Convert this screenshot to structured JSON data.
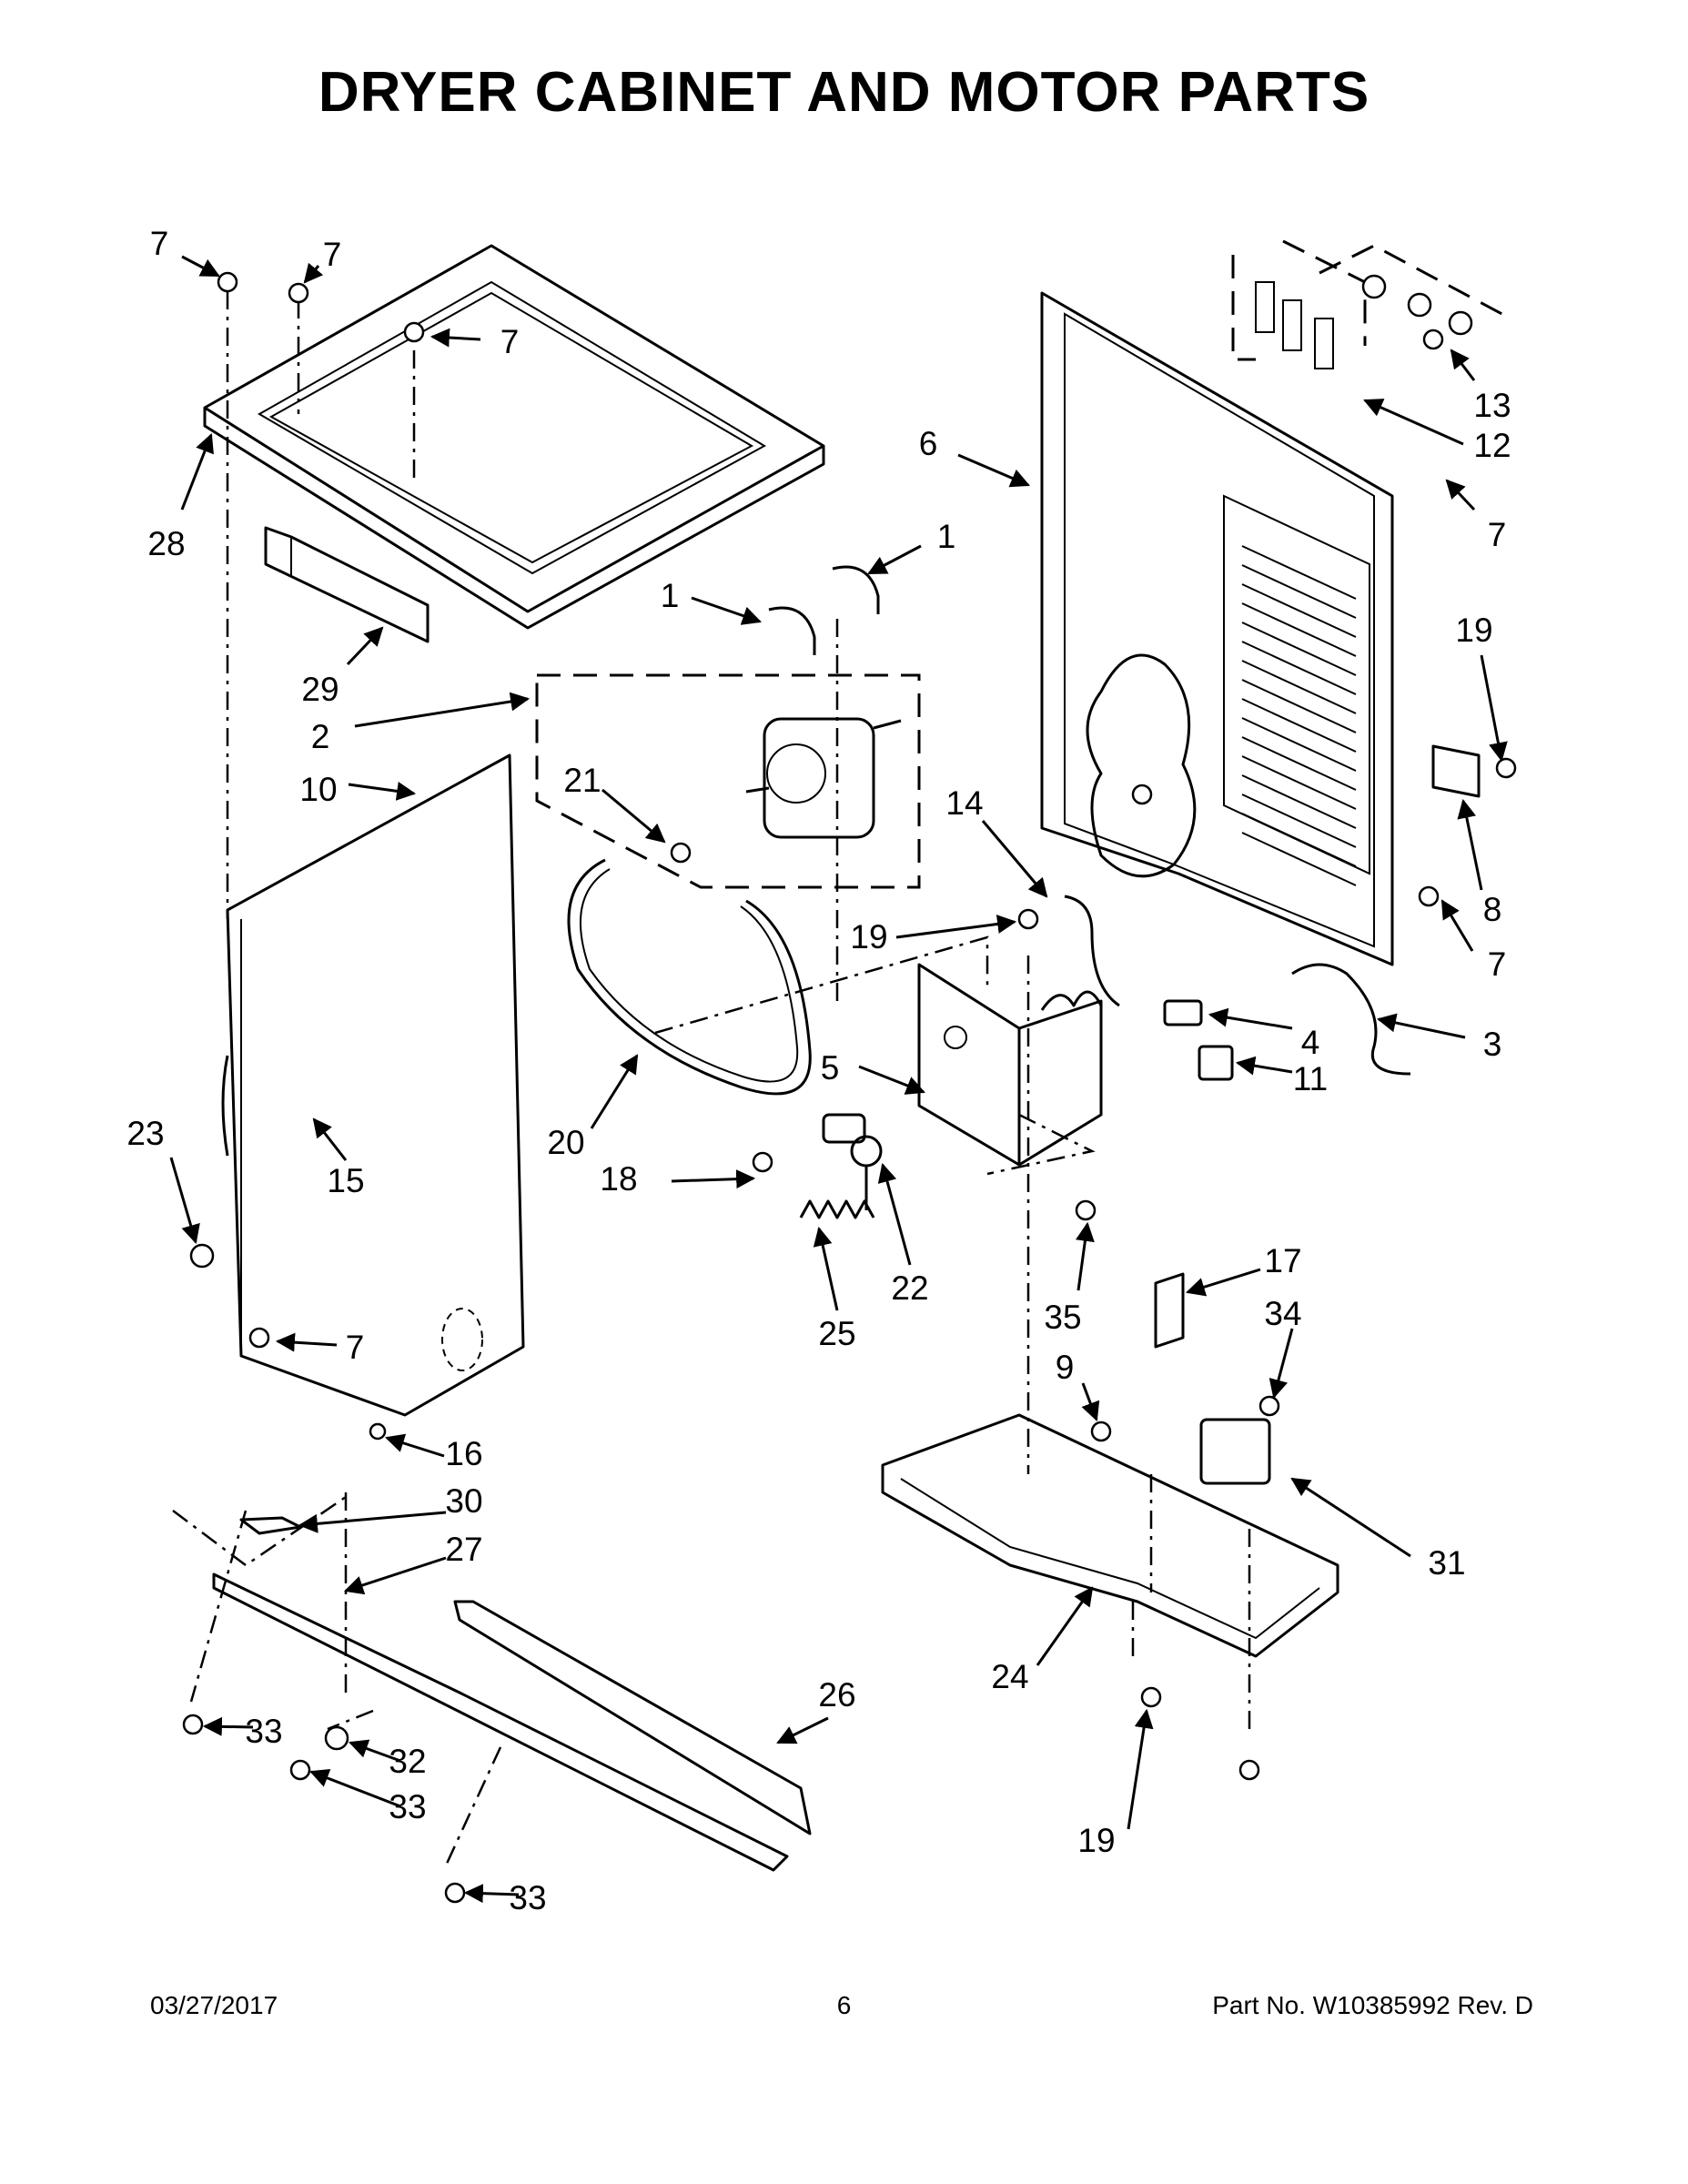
{
  "title": "DRYER CABINET AND MOTOR PARTS",
  "footer": {
    "date": "03/27/2017",
    "page": "6",
    "part_number": "Part No.  W10385992  Rev.  D"
  },
  "callouts": [
    "7",
    "7",
    "7",
    "28",
    "29",
    "2",
    "10",
    "21",
    "1",
    "1",
    "6",
    "13",
    "12",
    "7",
    "19",
    "8",
    "7",
    "3",
    "14",
    "19",
    "4",
    "11",
    "5",
    "20",
    "18",
    "22",
    "25",
    "35",
    "23",
    "15",
    "7",
    "16",
    "30",
    "27",
    "26",
    "33",
    "32",
    "33",
    "33",
    "17",
    "34",
    "9",
    "31",
    "24",
    "19",
    "7"
  ]
}
